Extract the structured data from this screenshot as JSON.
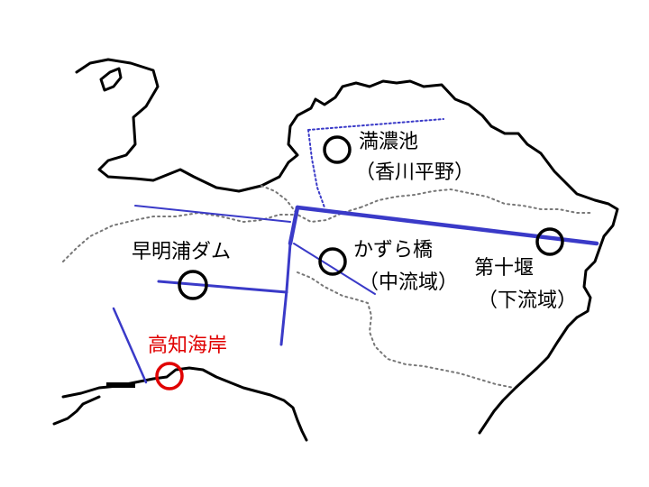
{
  "labels": {
    "manno": "満濃池",
    "manno_sub": "（香川平野）",
    "sameura": "早明浦ダム",
    "kazura": "かずら橋",
    "kazura_sub": "（中流域）",
    "daijuu": "第十堰",
    "daijuu_sub": "（下流域）",
    "kochi": "高知海岸"
  },
  "colors": {
    "river": "#3a3ac8",
    "marker": "#000000",
    "kochi_marker": "#e00000",
    "kochi_label": "#e00000",
    "coastline": "#000000",
    "prefecture_border": "#777777"
  }
}
